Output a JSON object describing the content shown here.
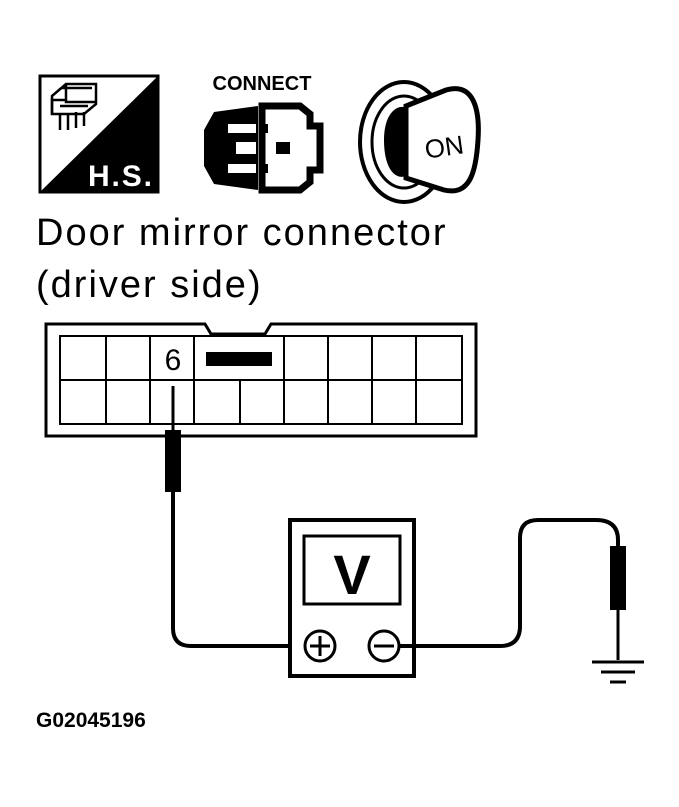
{
  "icons": {
    "harness_label": "H.S.",
    "connect_label": "CONNECT",
    "ignition_label": "ON"
  },
  "title": {
    "line1": "Door mirror connector",
    "line2": "(driver side)"
  },
  "connector": {
    "terminal_label": "6"
  },
  "meter": {
    "display": "V",
    "plus_symbol": "+",
    "minus_symbol": "−"
  },
  "figure_code": "G02045196",
  "colors": {
    "ink": "#000000",
    "paper": "#ffffff"
  }
}
